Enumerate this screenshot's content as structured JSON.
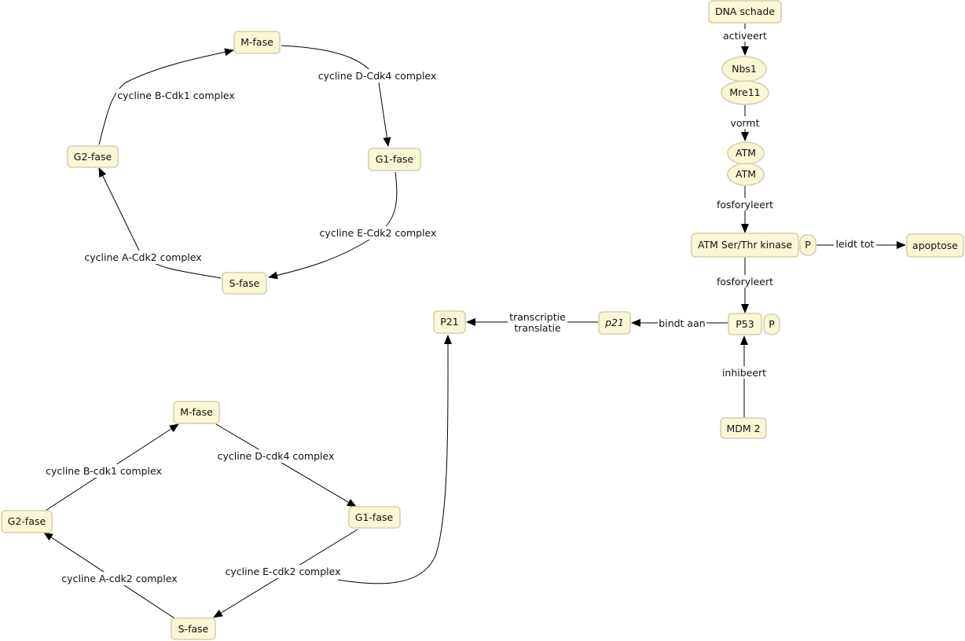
{
  "nodes": {
    "dna_schade": {
      "label": "DNA schade"
    },
    "nbs1": {
      "label": "Nbs1"
    },
    "mre11": {
      "label": "Mre11"
    },
    "atm_1": {
      "label": "ATM"
    },
    "atm_2": {
      "label": "ATM"
    },
    "atm_kinase": {
      "label": "ATM Ser/Thr kinase"
    },
    "p_kinase": {
      "label": "P"
    },
    "apoptose": {
      "label": "apoptose"
    },
    "p53": {
      "label": "P53"
    },
    "p_p53": {
      "label": "P"
    },
    "mdm2": {
      "label": "MDM 2"
    },
    "p21_gene": {
      "label": "p21"
    },
    "p21_protein": {
      "label": "P21"
    },
    "cycle1_m": {
      "label": "M-fase"
    },
    "cycle1_g1": {
      "label": "G1-fase"
    },
    "cycle1_s": {
      "label": "S-fase"
    },
    "cycle1_g2": {
      "label": "G2-fase"
    },
    "cycle2_m": {
      "label": "M-fase"
    },
    "cycle2_g1": {
      "label": "G1-fase"
    },
    "cycle2_s": {
      "label": "S-fase"
    },
    "cycle2_g2": {
      "label": "G2-fase"
    }
  },
  "edges": {
    "activeert": "activeert",
    "vormt": "vormt",
    "fosforyleert_1": "fosforyleert",
    "leidt_tot": "leidt tot",
    "fosforyleert_2": "fosforyleert",
    "inhibeert": "inhibeert",
    "bindt_aan": "bindt aan",
    "transcriptie": "transcriptie",
    "translatie": "translatie",
    "c1_d_cdk4": "cycline D-Cdk4 complex",
    "c1_e_cdk2": "cycline E-Cdk2 complex",
    "c1_a_cdk2": "cycline A-Cdk2 complex",
    "c1_b_cdk1": "cycline B-Cdk1 complex",
    "c2_d_cdk4": "cycline D-cdk4 complex",
    "c2_e_cdk2": "cycline E-cdk2 complex",
    "c2_a_cdk2": "cycline A-cdk2 complex",
    "c2_b_cdk1": "cycline B-cdk1 complex"
  }
}
